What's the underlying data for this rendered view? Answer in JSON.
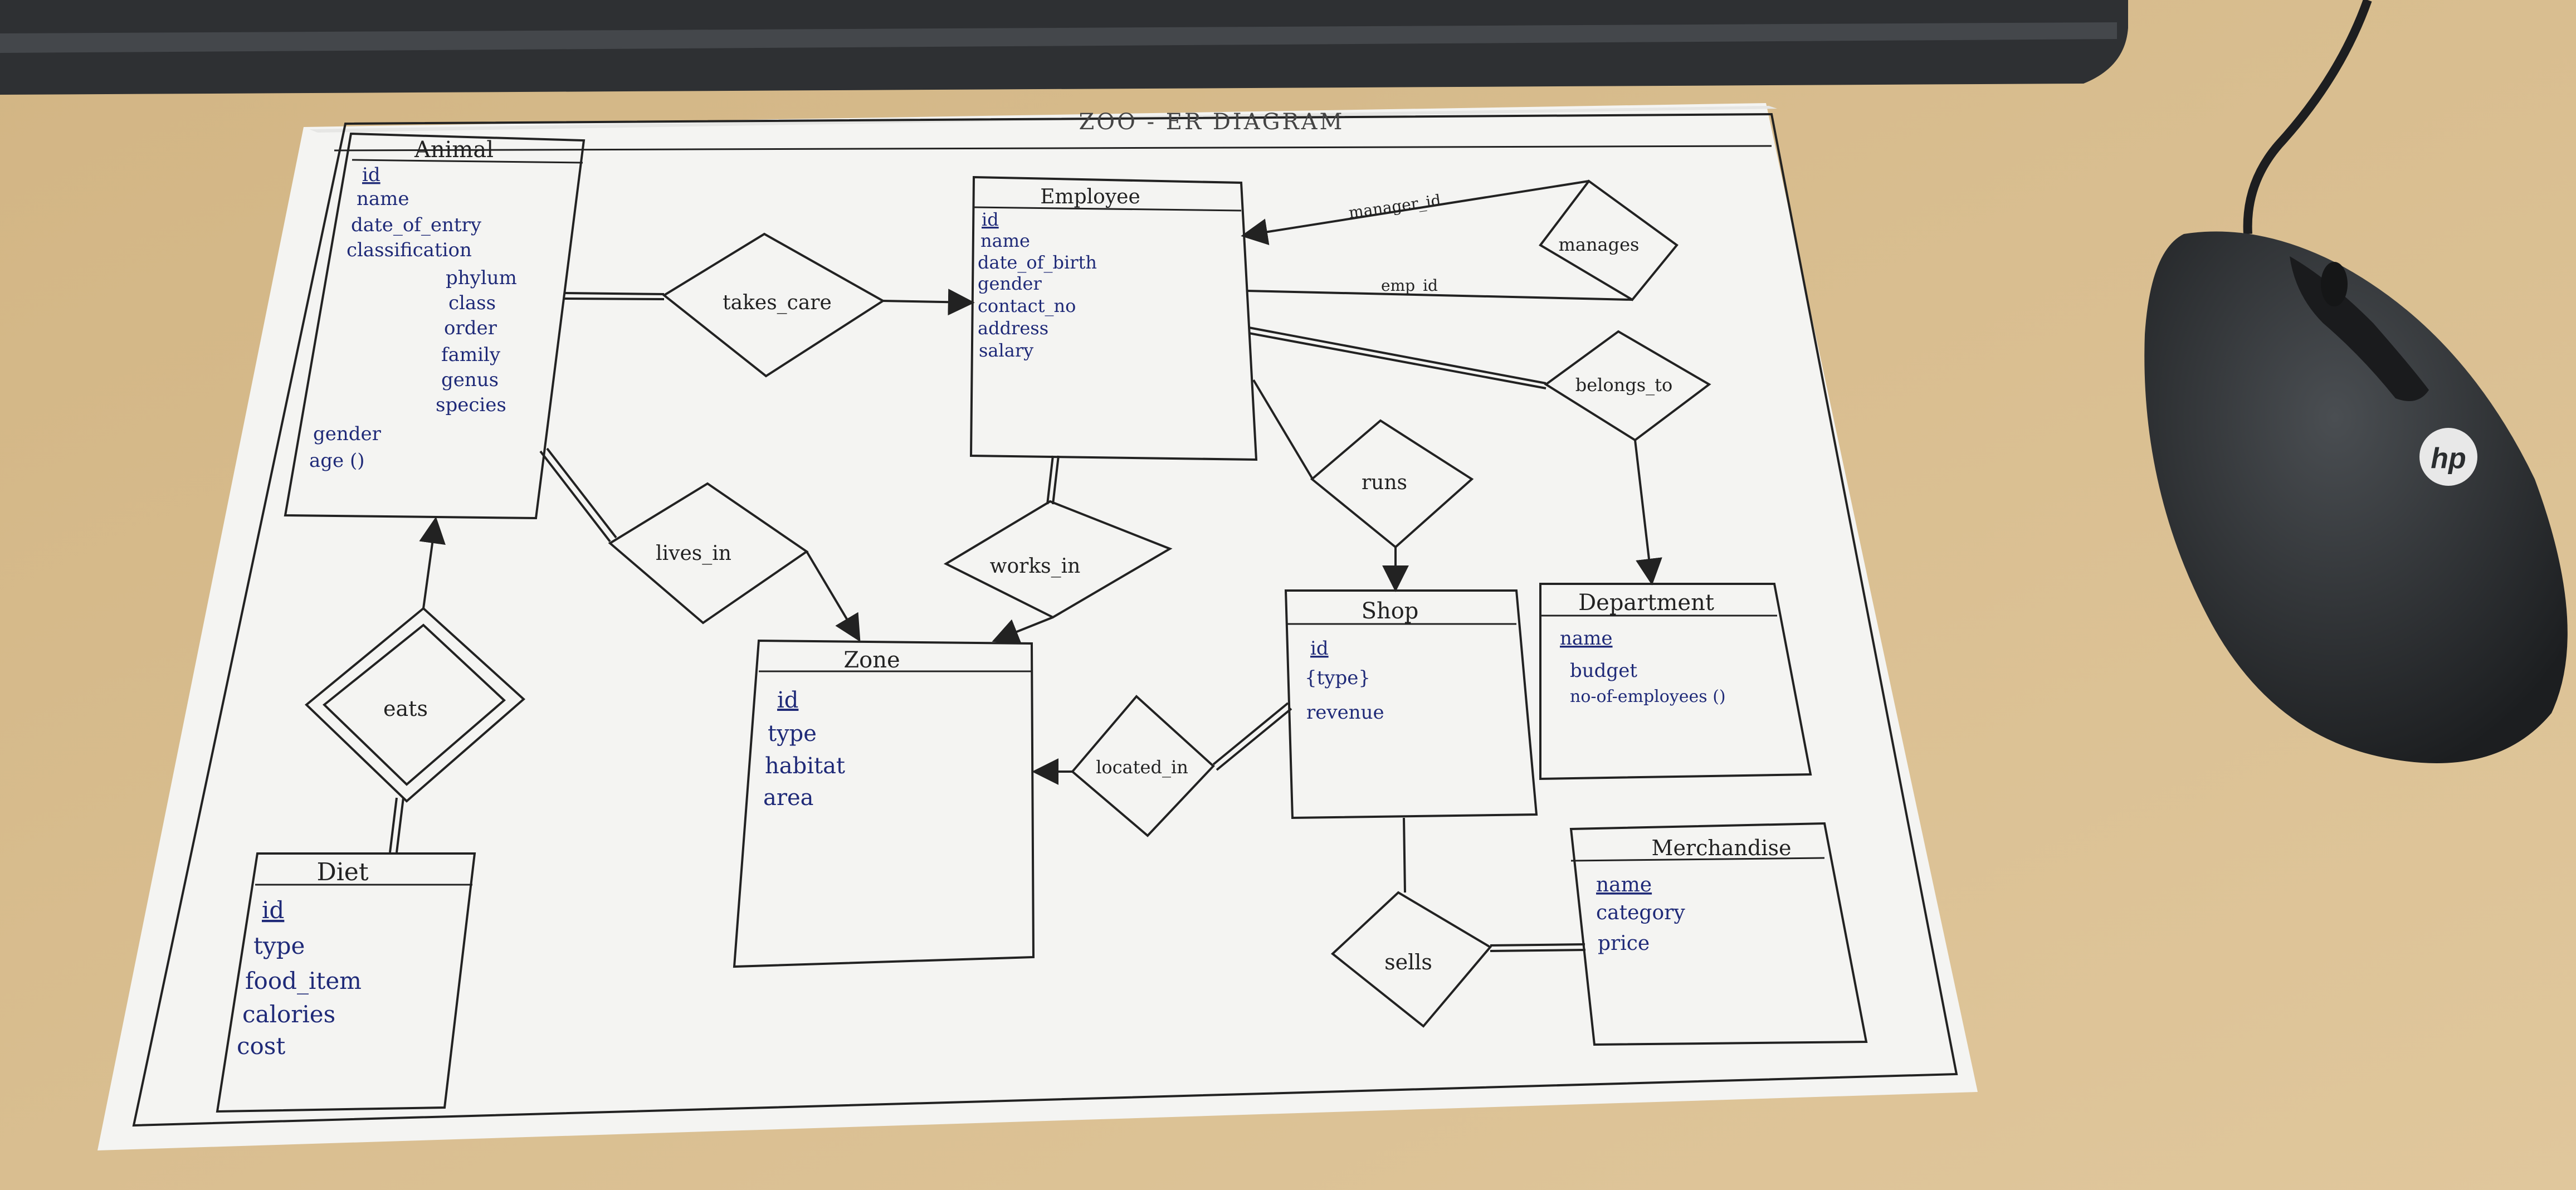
{
  "title": "ZOO - ER DIAGRAM",
  "brand": {
    "logo": "hp"
  },
  "colors": {
    "desk": "#d9bd8f",
    "paper": "#f4f4f2",
    "ink_black": "#222222",
    "ink_blue": "#1f2a78",
    "monitor": "#2e3033",
    "mouse": "#2a2d2f"
  },
  "entities": {
    "animal": {
      "name": "Animal",
      "attributes": [
        "id",
        "name",
        "date_of_entry",
        "classification"
      ],
      "classification_parts": [
        "phylum",
        "class",
        "order",
        "family",
        "genus",
        "species"
      ],
      "extra_attributes": [
        "gender",
        "age ()"
      ]
    },
    "employee": {
      "name": "Employee",
      "attributes": [
        "id",
        "name",
        "date_of_birth",
        "gender",
        "contact_no",
        "address",
        "salary"
      ]
    },
    "zone": {
      "name": "Zone",
      "attributes": [
        "id",
        "type",
        "habitat",
        "area"
      ]
    },
    "diet": {
      "name": "Diet",
      "attributes": [
        "id",
        "type",
        "food_item",
        "calories",
        "cost"
      ]
    },
    "shop": {
      "name": "Shop",
      "attributes": [
        "id",
        "{type}",
        "revenue"
      ]
    },
    "department": {
      "name": "Department",
      "attributes": [
        "name",
        "budget",
        "no-of-employees ()"
      ]
    },
    "merchandise": {
      "name": "Merchandise",
      "attributes": [
        "name",
        "category",
        "price"
      ]
    }
  },
  "relationships": {
    "takes_care": "takes_care",
    "manages": "manages",
    "belongs_to": "belongs_to",
    "runs": "runs",
    "lives_in": "lives_in",
    "works_in": "works_in",
    "eats": "eats",
    "located_in": "located_in",
    "sells": "sells"
  },
  "edge_labels": {
    "manager_id": "manager_id",
    "emp_id": "emp_id"
  }
}
